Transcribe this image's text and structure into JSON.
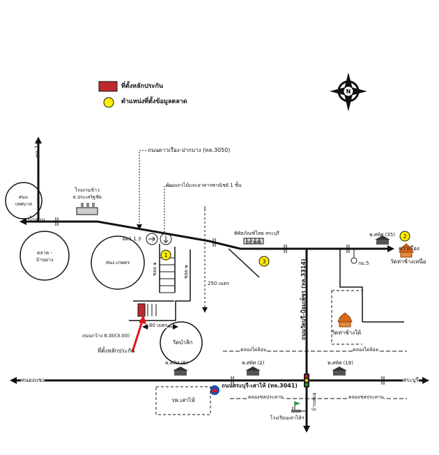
{
  "legend": {
    "site_label": "ที่ตั้งหลักประกัน",
    "market_label": "ตำแหน่งที่ตั้งข้อมูลตลาด",
    "site_color": "#c0282e",
    "market_color": "#ffee00"
  },
  "labels": {
    "north_direction": "ทล.1",
    "top_road": "ถนนดาวเรือง-ปากบาง (ทล.3050)",
    "commercial_building": "ห้องแถวไม้และอาคารพาณิชย์ 1 ชั้น",
    "rice_mill": "โรงงานข้าว",
    "rice_mill_owner": "ส.ประเสริฐชัย",
    "district_office_left": "สนง.",
    "district_office_left_2": "เทศบาล",
    "west_label": "น้ำลาน",
    "market_left": "ตลาด -",
    "market_left_2": "บ้านยาง",
    "district_office_mid": "สนง.เกษตร",
    "soi_left": "ซอย ๑",
    "soi_right": "ซอย ๒",
    "distance_label_1": "ฝต1 1.3",
    "distance_250": "250 เมตร",
    "police": "พิพิธภัณฑ์ไทย สระบุรี",
    "hospital_label": "ตลาดสด",
    "dao_ruang": "ดาวเรือง",
    "market_35": "พ.ศทิศ (35)",
    "temple_north": "วัดท่าช้างเหนือ",
    "km_5": "กม.5",
    "road_3314": "ถนนวัดบุรี-ป้อมเพ็ชร (ทล.3314)",
    "site_note": "ถนนกว้าง 6.00(3.00)",
    "site_label_red": "ที่ตั้งหลักประกัน",
    "distance_80": "80 เมตร",
    "wat_temple": "วัดบำลิก",
    "wat_right": "วัดท่าช้างใต้",
    "canal_left": "คลองไผ่ล้อม",
    "canal_right": "คลองไผ่ล้อม",
    "shop_6": "พ.ศทิศ (6)",
    "shop_2": "พ.ศทิศ (2)",
    "shop_18": "พ.ศทิศ (18)",
    "west_main": "หนองแซง",
    "east_main": "สระบุรี",
    "main_road": "ถนนสระบุรี-เสาไห้ (ทล.3041)",
    "hospital": "รพ.เสาไห้",
    "canal_bottom_left": "คลองชลประทาน",
    "canal_bottom_right": "คลองชลประทาน",
    "school": "โรงเรียนเสาไห้ฯ",
    "south_label": "บ้านหมอ"
  },
  "market_points": [
    {
      "id": "1",
      "label": "1"
    },
    {
      "id": "2",
      "label": "2"
    },
    {
      "id": "3",
      "label": "3"
    }
  ]
}
